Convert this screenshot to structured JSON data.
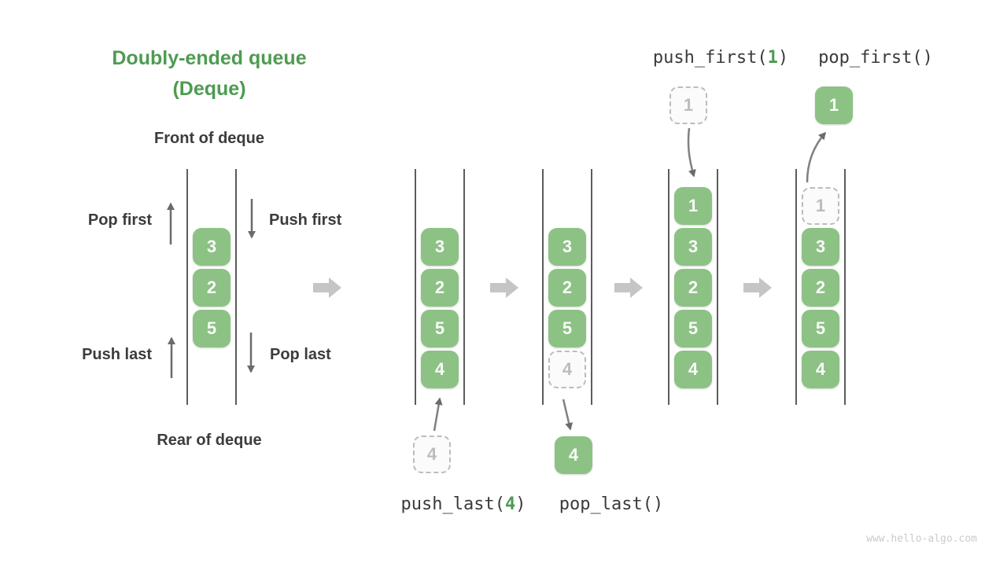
{
  "title": {
    "line1": "Doubly-ended queue",
    "line2": "(Deque)"
  },
  "front_label": "Front of deque",
  "rear_label": "Rear of deque",
  "side_operations": {
    "pop_first": "Pop first",
    "push_first": "Push first",
    "push_last": "Push last",
    "pop_last": "Pop last"
  },
  "queues": [
    {
      "name": "initial-deque",
      "cells": [
        {
          "value": "3"
        },
        {
          "value": "2"
        },
        {
          "value": "5"
        }
      ]
    },
    {
      "name": "after-push-last",
      "cells": [
        {
          "value": "3"
        },
        {
          "value": "2"
        },
        {
          "value": "5"
        },
        {
          "value": "4"
        }
      ]
    },
    {
      "name": "after-pop-last",
      "cells": [
        {
          "value": "3"
        },
        {
          "value": "2"
        },
        {
          "value": "5"
        },
        {
          "value": "4",
          "state": "ghost"
        }
      ]
    },
    {
      "name": "after-push-first",
      "cells": [
        {
          "value": "1"
        },
        {
          "value": "3"
        },
        {
          "value": "2"
        },
        {
          "value": "5"
        },
        {
          "value": "4"
        }
      ]
    },
    {
      "name": "after-pop-first",
      "cells": [
        {
          "value": "1",
          "state": "ghost"
        },
        {
          "value": "3"
        },
        {
          "value": "2"
        },
        {
          "value": "5"
        },
        {
          "value": "4"
        }
      ]
    }
  ],
  "floating_boxes": {
    "push_last_source": "4",
    "pop_last_result": "4",
    "push_first_source": "1",
    "pop_first_result": "1"
  },
  "code_labels": {
    "push_last": {
      "prefix": "push_last(",
      "arg": "4",
      "suffix": ")"
    },
    "pop_last": "pop_last()",
    "push_first": {
      "prefix": "push_first(",
      "arg": "1",
      "suffix": ")"
    },
    "pop_first": "pop_first()"
  },
  "colors": {
    "accent_green": "#4e9b52",
    "box_green": "#8cc284",
    "arrow_gray": "#6b6b6b",
    "big_arrow_gray": "#c5c5c5",
    "ghost_gray": "#bcbcbc",
    "rail_gray": "#5c5c5c",
    "text_dark": "#3c3c3c"
  },
  "watermark": "www.hello-algo.com"
}
